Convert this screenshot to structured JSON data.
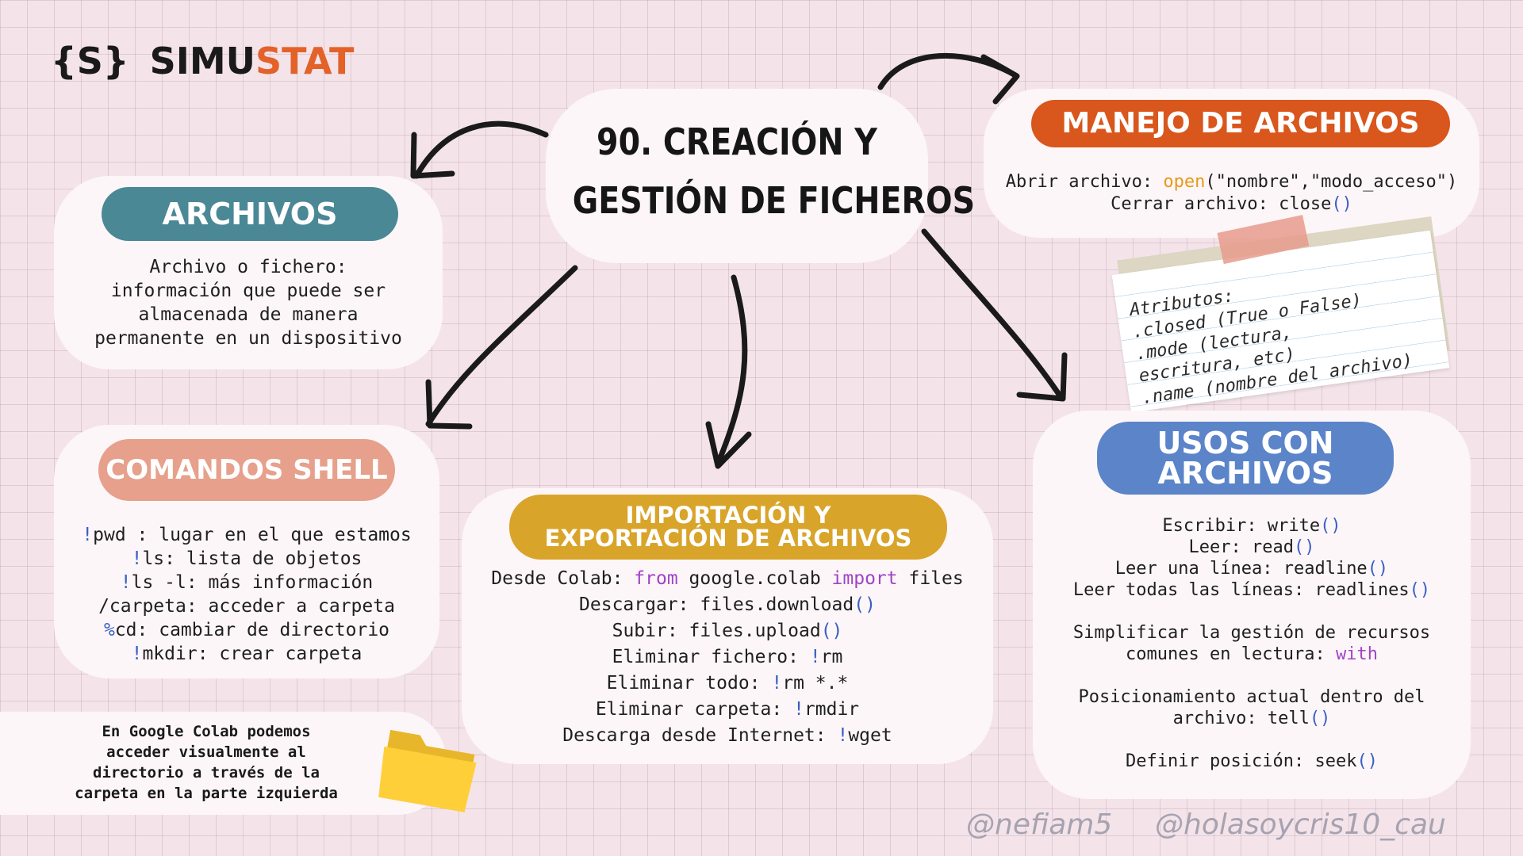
{
  "brand": {
    "icon": "{S}",
    "name_part1": "SIMU",
    "name_part2": "STAT",
    "accent": "#e3622a"
  },
  "title": {
    "line1": "90. CREACIÓN Y",
    "line2": "GESTIÓN DE FICHEROS"
  },
  "archivos": {
    "header": "ARCHIVOS",
    "color": "#4a8896",
    "lines": [
      "Archivo o fichero:",
      "información que puede ser",
      "almacenada de manera",
      "permanente en un dispositivo"
    ]
  },
  "manejo": {
    "header": "MANEJO DE ARCHIVOS",
    "color": "#d9561c",
    "open_prefix": "Abrir archivo: ",
    "open_fn": "open",
    "open_args": "(\"nombre\",\"modo_acceso\")",
    "close_prefix": "Cerrar archivo: close",
    "close_parens": "()"
  },
  "note": {
    "lines": [
      "Atributos:",
      ".closed (True o False)",
      ".mode (lectura,",
      "escritura, etc)",
      ".name (nombre del archivo)"
    ]
  },
  "shell": {
    "header": "COMANDOS SHELL",
    "color": "#e6a08b",
    "lines": [
      {
        "mark": "!",
        "text": "pwd : lugar en el que estamos"
      },
      {
        "mark": "!",
        "text": "ls: lista de objetos"
      },
      {
        "mark": "!",
        "text": "ls -l: más información"
      },
      {
        "mark": "",
        "text": "/carpeta: acceder a carpeta"
      },
      {
        "mark": "%",
        "text": "cd: cambiar de directorio"
      },
      {
        "mark": "!",
        "text": "mkdir: crear carpeta"
      }
    ]
  },
  "import": {
    "header_line1": "IMPORTACIÓN Y",
    "header_line2": "EXPORTACIÓN DE ARCHIVOS",
    "color": "#d9a42a",
    "colab_prefix": "Desde Colab: ",
    "colab_from": "from",
    "colab_mid": " google.colab ",
    "colab_import": "import",
    "colab_end": " files",
    "download_prefix": "Descargar: files.download",
    "upload_prefix": "Subir: files.upload",
    "parens": "()",
    "rm_prefix": "Eliminar fichero: ",
    "rm_cmd": "rm",
    "rmall_prefix": "Eliminar todo: ",
    "rmall_cmd": "rm *.*",
    "rmdir_prefix": "Eliminar carpeta: ",
    "rmdir_cmd": "rmdir",
    "wget_prefix": "Descarga desde Internet: ",
    "wget_cmd": "wget",
    "bang": "!"
  },
  "usos": {
    "header_line1": "USOS CON",
    "header_line2": "ARCHIVOS",
    "color": "#5b84c9",
    "write_prefix": "Escribir: write",
    "read_prefix": "Leer: read",
    "readline_prefix": "Leer una línea: readline",
    "readlines_prefix": "Leer todas las líneas: readlines",
    "parens": "()",
    "with_line1": "Simplificar la gestión de recursos",
    "with_prefix": "comunes en lectura: ",
    "with_kw": "with",
    "tell_line1": "Posicionamiento actual dentro del",
    "tell_prefix": "archivo: tell",
    "seek_prefix": "Definir posición: seek"
  },
  "colab_note": {
    "lines": [
      "En Google Colab podemos",
      "acceder visualmente al",
      "directorio a través de la",
      "carpeta en la parte izquierda"
    ]
  },
  "handles": {
    "h1": "@nefiam5",
    "h2": "@holasoycris10_cau"
  }
}
